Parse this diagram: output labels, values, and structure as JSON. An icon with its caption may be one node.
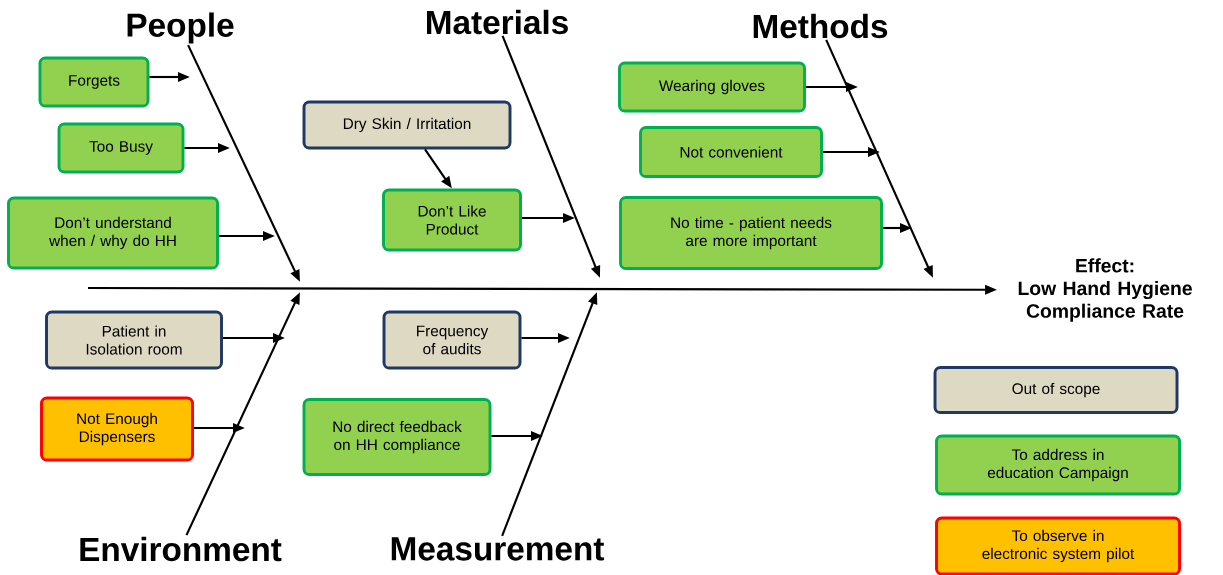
{
  "diagram": {
    "nodes": [
      {
        "text": [
          "People"
        ]
      },
      {
        "text": [
          "Materials"
        ]
      },
      {
        "text": [
          "Methods"
        ]
      },
      {
        "text": [
          "Forgets"
        ]
      },
      {
        "text": [
          "Too Busy"
        ]
      },
      {
        "text": [
          "Don’t understand when / why do HH"
        ]
      },
      {
        "text": [
          "Dry Skin / Irritation"
        ]
      },
      {
        "text": [
          "Don’t Like Product"
        ]
      },
      {
        "text": [
          "Wearing gloves"
        ]
      },
      {
        "text": [
          "Not convenient"
        ]
      },
      {
        "text": [
          "No time - patient needs are more important"
        ]
      },
      {
        "text": [
          "Effect:",
          "Low Hand Hygiene Compliance Rate"
        ]
      },
      {
        "text": [
          "Patient in Isolation room"
        ]
      },
      {
        "text": [
          "Not Enough Dispensers"
        ]
      },
      {
        "text": [
          "Frequency of audits"
        ]
      },
      {
        "text": [
          "No direct feedback on HH compliance"
        ]
      },
      {
        "text": [
          "Environment"
        ]
      },
      {
        "text": [
          "Measurement"
        ]
      }
    ],
    "edges": [
      {
        "from": 0,
        "to": null,
        "arrow": "to"
      },
      {
        "from": 1,
        "to": null,
        "arrow": "to"
      },
      {
        "from": 2,
        "to": null,
        "arrow": "to"
      },
      {
        "from": 16,
        "to": null,
        "arrow": "to"
      },
      {
        "from": 17,
        "to": null,
        "arrow": "to"
      },
      {
        "from": null,
        "to": 11,
        "arrow": "to"
      },
      {
        "from": 3,
        "to": null,
        "arrow": "to"
      },
      {
        "from": 4,
        "to": null,
        "arrow": "to"
      },
      {
        "from": 5,
        "to": null,
        "arrow": "to"
      },
      {
        "from": 6,
        "to": 7,
        "arrow": "to"
      },
      {
        "from": 7,
        "to": null,
        "arrow": "to"
      },
      {
        "from": 8,
        "to": null,
        "arrow": "to"
      },
      {
        "from": 9,
        "to": null,
        "arrow": "to"
      },
      {
        "from": 10,
        "to": null,
        "arrow": "to"
      },
      {
        "from": 12,
        "to": null,
        "arrow": "to"
      },
      {
        "from": 13,
        "to": null,
        "arrow": "to"
      },
      {
        "from": 14,
        "to": null,
        "arrow": "to"
      },
      {
        "from": 15,
        "to": null,
        "arrow": "to"
      }
    ],
    "legend": [
      {
        "text": "Out of scope",
        "color": "#ddd9c3"
      },
      {
        "text": "To address in education Campaign",
        "color": "#92d050"
      },
      {
        "text": "To observe in electronic system pilot",
        "color": "#ffc000"
      }
    ]
  }
}
